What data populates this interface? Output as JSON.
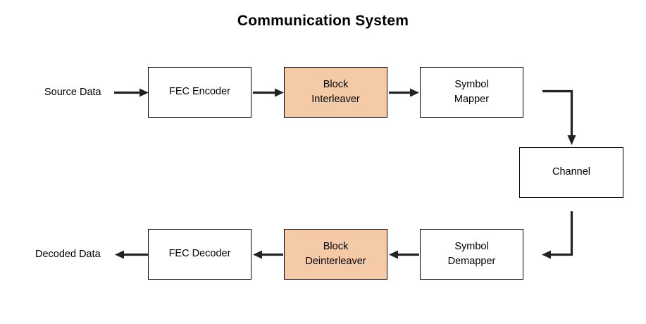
{
  "diagram": {
    "title": "Communication System",
    "accent_color": "#F5CBA7",
    "line_color": "#232323",
    "box_border_color": "#000000",
    "background": "#ffffff",
    "endpoints": [
      {
        "id": "source-data",
        "label": "Source Data"
      },
      {
        "id": "decoded-data",
        "label": "Decoded Data"
      }
    ],
    "nodes": [
      {
        "id": "fec-encoder",
        "label": "FEC Encoder",
        "highlight": false
      },
      {
        "id": "block-interleaver",
        "label": "Block\nInterleaver",
        "highlight": true
      },
      {
        "id": "symbol-mapper",
        "label": "Symbol\nMapper",
        "highlight": false
      },
      {
        "id": "channel",
        "label": "Channel",
        "highlight": false
      },
      {
        "id": "symbol-demapper",
        "label": "Symbol\nDemapper",
        "highlight": false
      },
      {
        "id": "block-deinterleaver",
        "label": "Block\nDeinterleaver",
        "highlight": true
      },
      {
        "id": "fec-decoder",
        "label": "FEC Decoder",
        "highlight": false
      }
    ],
    "edges": [
      {
        "from": "source-data",
        "to": "fec-encoder",
        "style": "straight-right"
      },
      {
        "from": "fec-encoder",
        "to": "block-interleaver",
        "style": "straight-right"
      },
      {
        "from": "block-interleaver",
        "to": "symbol-mapper",
        "style": "straight-right"
      },
      {
        "from": "symbol-mapper",
        "to": "channel",
        "style": "elbow-right-down"
      },
      {
        "from": "channel",
        "to": "symbol-demapper",
        "style": "elbow-down-left"
      },
      {
        "from": "symbol-demapper",
        "to": "block-deinterleaver",
        "style": "straight-left"
      },
      {
        "from": "block-deinterleaver",
        "to": "fec-decoder",
        "style": "straight-left"
      },
      {
        "from": "fec-decoder",
        "to": "decoded-data",
        "style": "straight-left"
      }
    ]
  }
}
